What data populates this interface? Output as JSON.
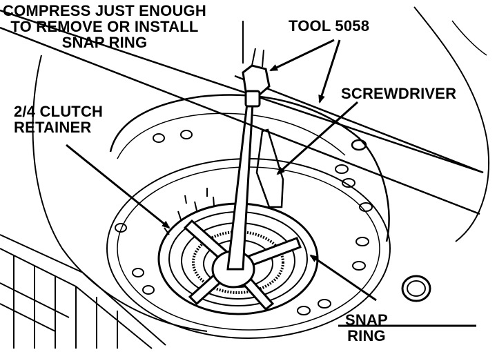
{
  "colors": {
    "ink": "#000000",
    "paper": "#ffffff"
  },
  "callouts": {
    "compress": [
      "COMPRESS JUST ENOUGH",
      "TO REMOVE OR INSTALL",
      "SNAP RING"
    ],
    "tool": "TOOL 5058",
    "screwdriver": "SCREWDRIVER",
    "retainer": [
      "2/4 CLUTCH",
      "RETAINER"
    ],
    "snap_ring": [
      "SNAP",
      "RING"
    ]
  }
}
